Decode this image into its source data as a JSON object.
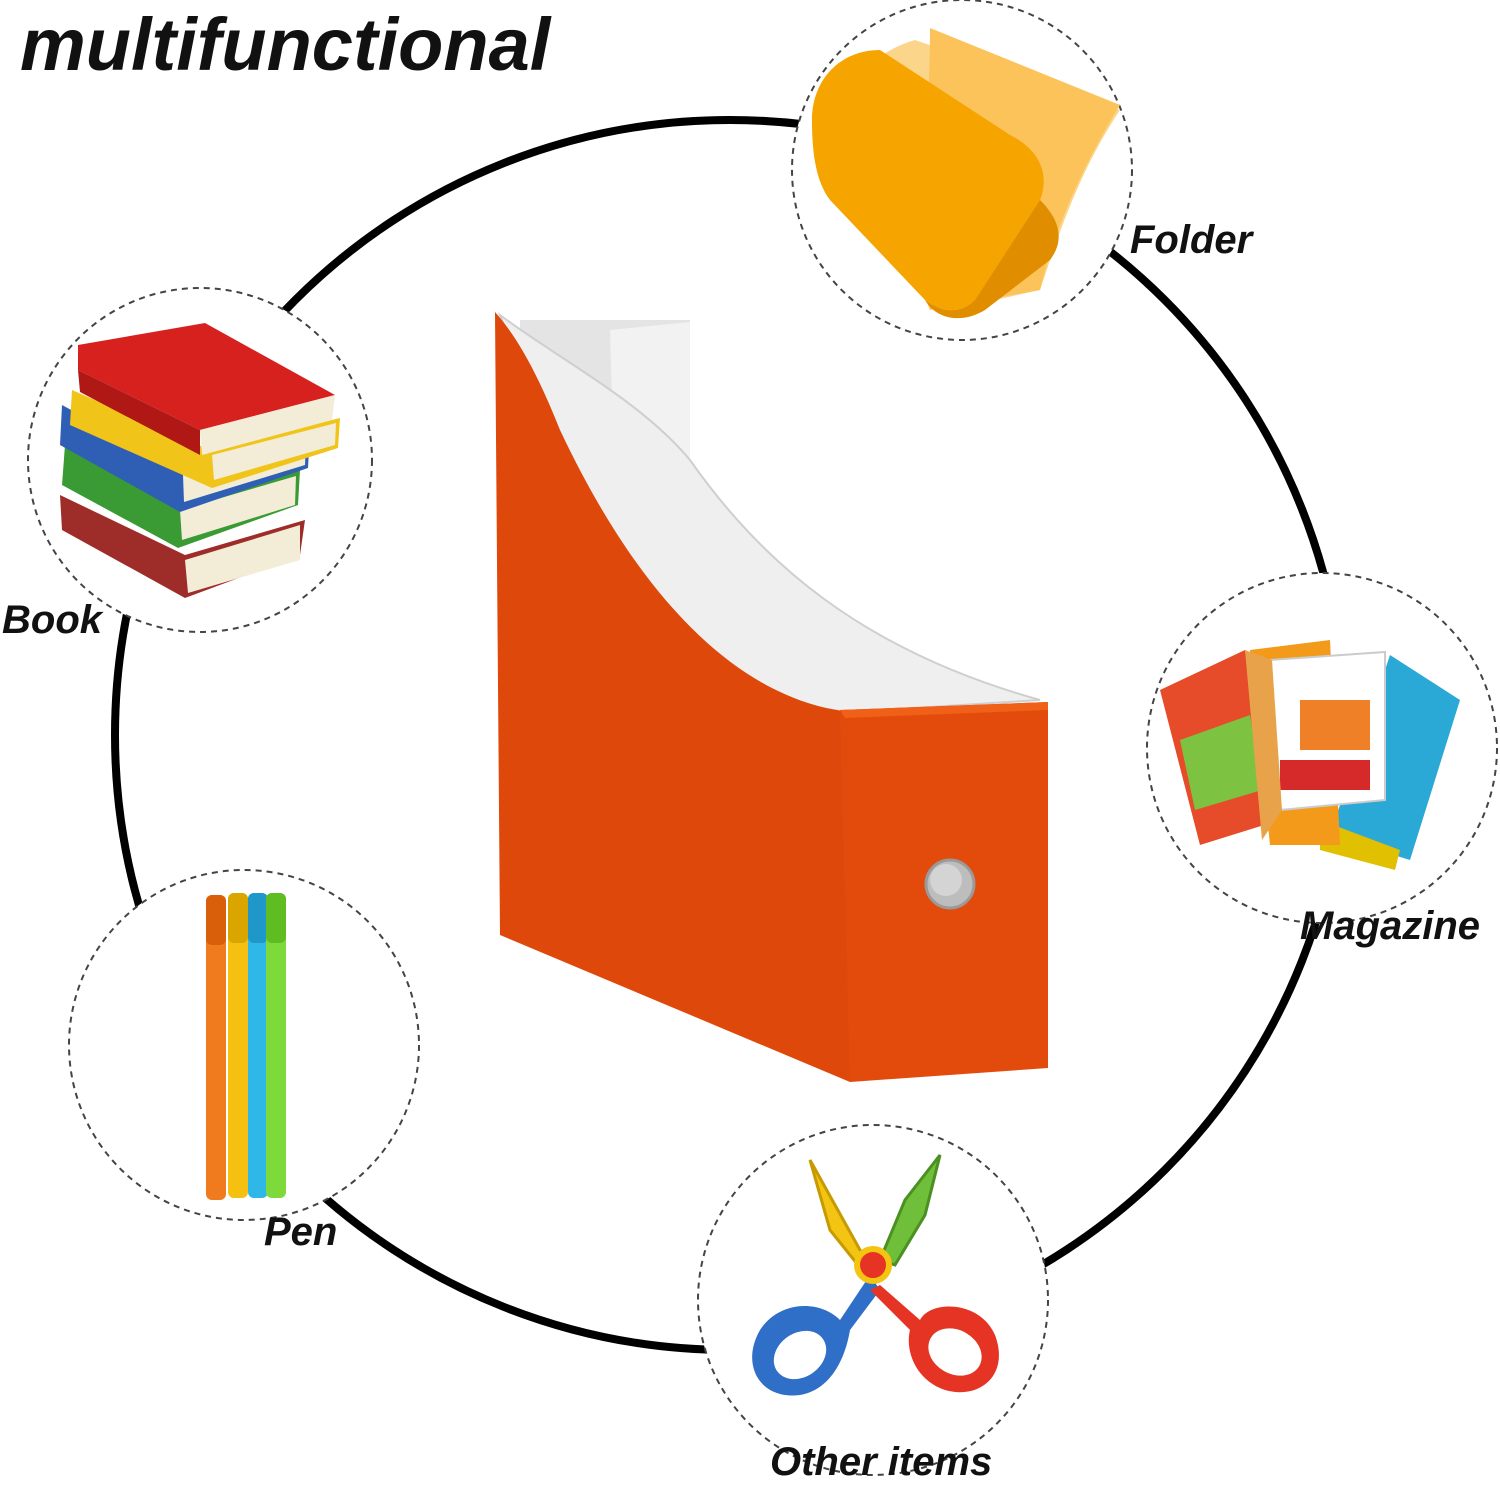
{
  "headline": "multifunctional",
  "items": {
    "folder": "Folder",
    "book": "Book",
    "magazine": "Magazine",
    "pen": "Pen",
    "other": "Other items"
  },
  "colors": {
    "box_orange": "#e0490a",
    "box_dark": "#c93e06",
    "interior": "#ececec",
    "folder": "#f5a400",
    "ring": "#000000"
  },
  "icons": [
    "folder-icon",
    "books-icon",
    "magazines-icon",
    "pens-icon",
    "scissors-icon",
    "magazine-file-box"
  ]
}
